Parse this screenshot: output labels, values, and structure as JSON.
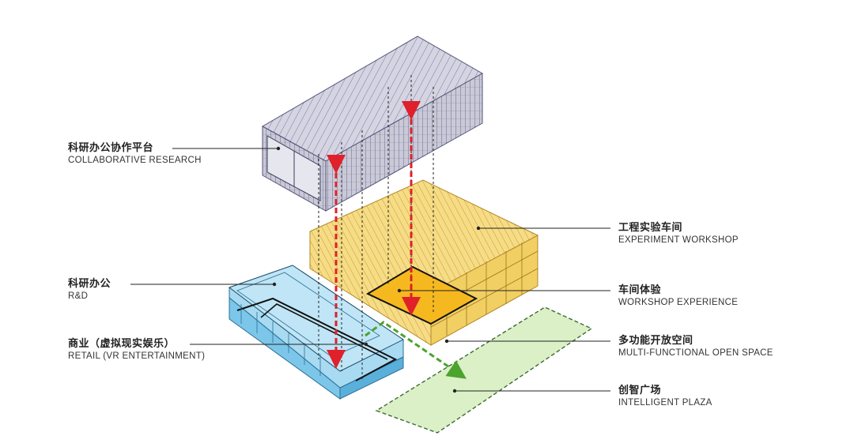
{
  "colors": {
    "grey_block": "#8e8ea8",
    "yellow_block": "#f1cf62",
    "blue_block": "#7cc6ea",
    "green_plaza": "#dbf0c7",
    "red_arrow": "#e0202a",
    "green_arrow": "#4ca32e",
    "leader": "#222222"
  },
  "labels": {
    "collaborative_research": {
      "zh": "科研办公协作平台",
      "en": "COLLABORATIVE RESEARCH"
    },
    "experiment_workshop": {
      "zh": "工程实验车间",
      "en": "EXPERIMENT WORKSHOP"
    },
    "rnd": {
      "zh": "科研办公",
      "en": "R&D"
    },
    "workshop_experience": {
      "zh": "车间体验",
      "en": "WORKSHOP EXPERIENCE"
    },
    "retail": {
      "zh": "商业（虚拟现实娱乐）",
      "en": "RETAIL (VR ENTERTAINMENT)"
    },
    "open_space": {
      "zh": "多功能开放空间",
      "en": "MULTI-FUNCTIONAL OPEN SPACE"
    },
    "plaza": {
      "zh": "创智广场",
      "en": "INTELLIGENT PLAZA"
    }
  }
}
